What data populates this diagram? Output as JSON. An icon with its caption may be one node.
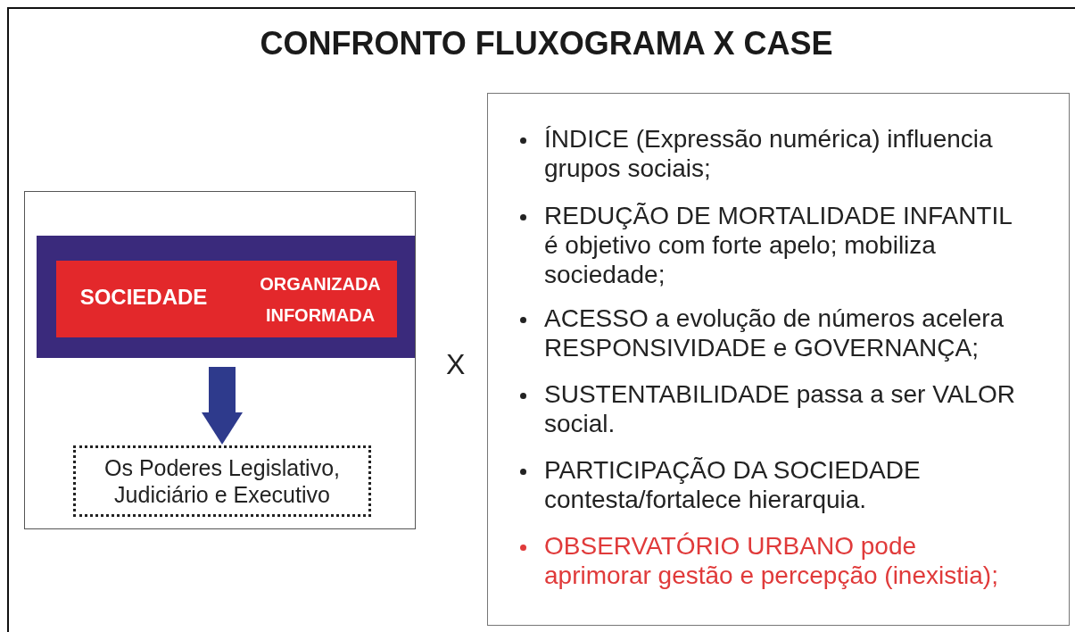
{
  "diagram": {
    "title": "CONFRONTO FLUXOGRAMA X CASE",
    "nodes": [
      {
        "text": [],
        "shape": "box"
      },
      {
        "text": [],
        "shape": "box",
        "in": 0
      },
      {
        "text": [
          "SOCIEDADE",
          "ORGANIZADA INFORMADA"
        ],
        "in": 1
      },
      {
        "text": [
          "Os Poderes Legislativo, Judiciário e Executivo"
        ],
        "in": 0
      },
      {
        "text": [
          "ÍNDICE (Expressão numérica) influencia grupos sociais;",
          "REDUÇÃO DE MORTALIDADE INFANTIL é objetivo com forte apelo; mobiliza sociedade;",
          "ACESSO a evolução de números acelera RESPONSIVIDADE e GOVERNANÇA;",
          "SUSTENTABILIDADE passa a ser VALOR social.",
          "PARTICIPAÇÃO DA SOCIEDADE contesta/fortalece hierarquia.",
          "OBSERVATÓRIO URBANO pode aprimorar gestão e percepção (inexistia);"
        ]
      }
    ],
    "edges": [
      {
        "from": 1,
        "to": 3,
        "arrow": "to",
        "color": "#2e3a8c"
      }
    ],
    "labels": [
      "X"
    ]
  }
}
